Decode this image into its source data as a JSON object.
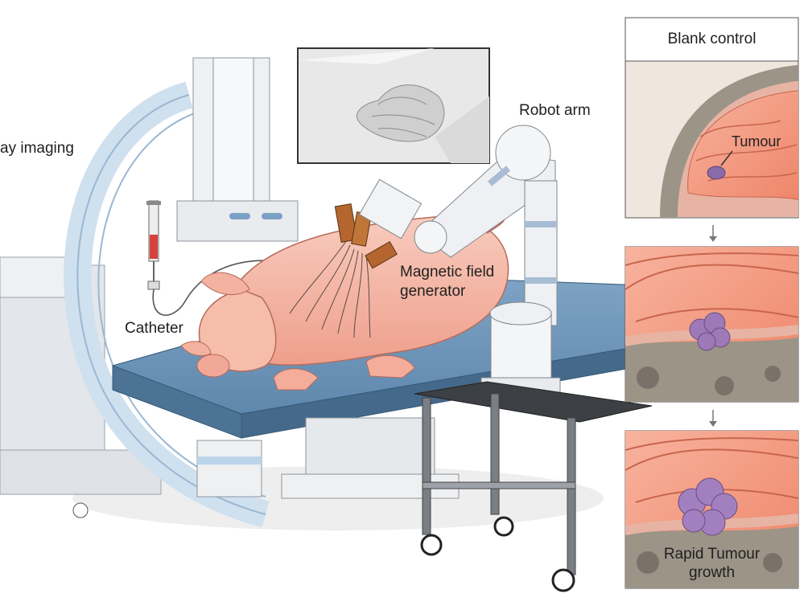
{
  "labels": {
    "xray": "ay imaging",
    "robot_arm": "Robot arm",
    "catheter": "Catheter",
    "magnetic_line1": "Magnetic field",
    "magnetic_line2": "generator"
  },
  "panels": {
    "title": "Blank control",
    "tumour_label": "Tumour",
    "growth_line1": "Rapid Tumour",
    "growth_line2": "growth"
  },
  "colors": {
    "table": "#5f88ad",
    "pig": "#f4b6a6",
    "brain": "#f18f74",
    "skull": "#9c9487",
    "tumour": "#9d79b8",
    "machine": "#e6e9ec"
  }
}
